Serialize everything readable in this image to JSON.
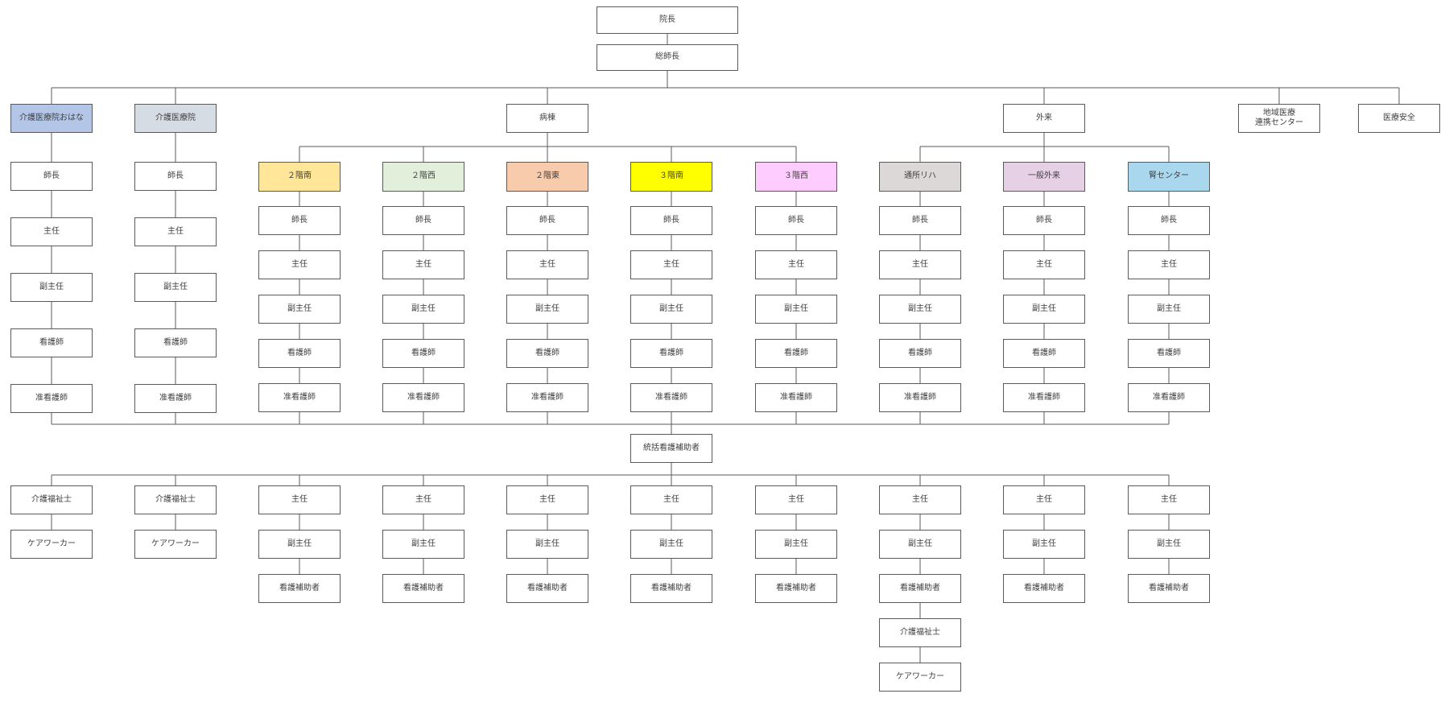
{
  "top": {
    "director": "院長",
    "chief_nurse": "総師長"
  },
  "departments": {
    "ohana": "介護医療院おはな",
    "kaigo": "介護医療院",
    "ward": "病棟",
    "outpatient": "外来",
    "chiiki": "地域医療\n連携センター",
    "safety": "医療安全"
  },
  "ward_units": {
    "s2_south": "２階南",
    "s2_west": "２階西",
    "s2_east": "２階東",
    "s3_south": "３階南",
    "s3_west": "３階西"
  },
  "outpatient_units": {
    "tsusho": "通所リハ",
    "ippan": "一般外来",
    "jin": "腎センター"
  },
  "roles": {
    "head_nurse": "師長",
    "chief": "主任",
    "deputy": "副主任",
    "nurse": "看護師",
    "assoc_nurse": "准看護師",
    "general_aide_chief": "統括看護補助者",
    "care_worker": "介護福祉士",
    "caseworker": "ケアワーカー",
    "aide": "看護補助者"
  },
  "colors": {
    "ohana": "#b4c6e7",
    "kaigo": "#d6dce4",
    "s2_south": "#ffe699",
    "s2_west": "#e2efda",
    "s2_east": "#f8cbad",
    "s3_south": "#ffff00",
    "s3_west": "#ffccff",
    "tsusho": "#dcd8d8",
    "ippan": "#e6d0e6",
    "jin": "#a9d8ee"
  }
}
